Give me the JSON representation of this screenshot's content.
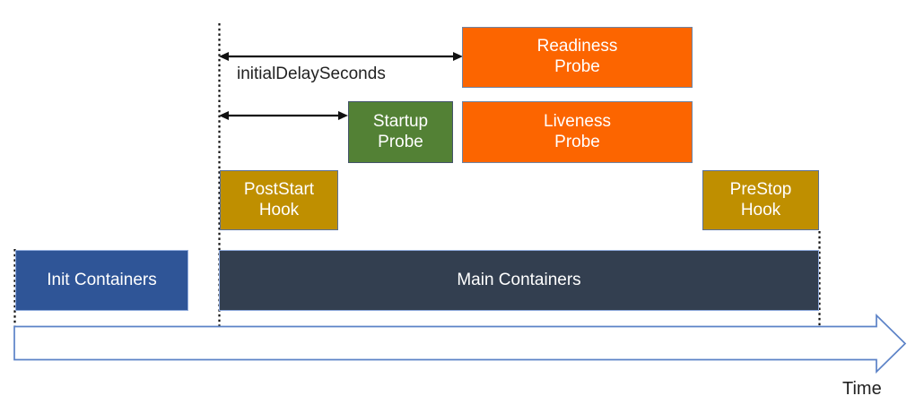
{
  "diagram": {
    "boxes": {
      "readiness": {
        "label": "Readiness\nProbe",
        "color": "#fc6500"
      },
      "liveness": {
        "label": "Liveness\nProbe",
        "color": "#fc6500"
      },
      "startup": {
        "label": "Startup\nProbe",
        "color": "#538135"
      },
      "poststart": {
        "label": "PostStart\nHook",
        "color": "#bf8f00"
      },
      "prestop": {
        "label": "PreStop\nHook",
        "color": "#bf8f00"
      },
      "init": {
        "label": "Init Containers",
        "color": "#2f5597"
      },
      "main": {
        "label": "Main Containers",
        "color": "#333f50"
      }
    },
    "annotations": {
      "initial_delay_label": "initialDelaySeconds",
      "time_label": "Time"
    },
    "colors": {
      "probe_orange": "#fc6500",
      "startup_green": "#538135",
      "hook_gold": "#bf8f00",
      "init_blue": "#2f5597",
      "main_navy": "#333f50",
      "bar_border_light_blue": "#8faadc",
      "timeline_arrow_stroke": "#5b82c7",
      "annotation_arrow_black": "#111111",
      "text_white": "#ffffff",
      "text_dark": "#222222"
    }
  }
}
